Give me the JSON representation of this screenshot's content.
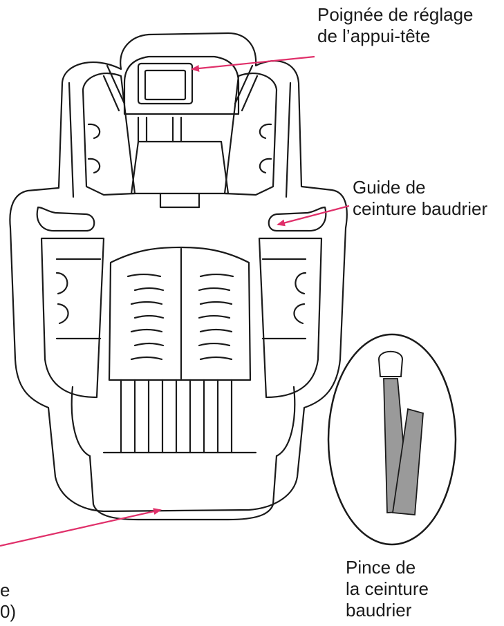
{
  "labels": {
    "headrest_handle": [
      "Poignée de réglage",
      "de l’appui-tête"
    ],
    "shoulder_belt_guide": [
      "Guide de",
      "ceinture baudrier"
    ],
    "shoulder_belt_clip": [
      "Pince de",
      "la ceinture",
      "baudrier"
    ],
    "partial_cut_off": [
      "e",
      "0)"
    ]
  },
  "colors": {
    "line": "#1a1a1a",
    "arrow": "#e0306a",
    "strap": "#9a9a9a"
  }
}
